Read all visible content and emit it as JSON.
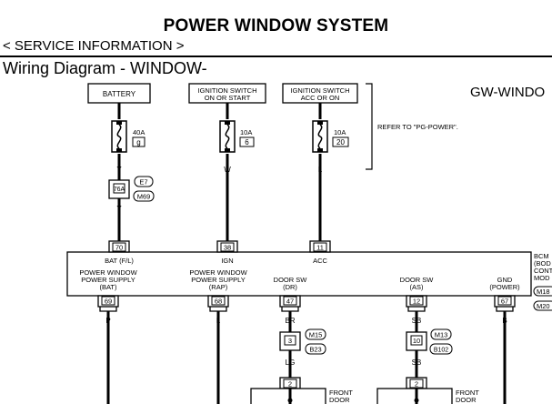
{
  "document": {
    "title": "POWER WINDOW SYSTEM",
    "section": "< SERVICE INFORMATION >",
    "subtitle": "Wiring Diagram - WINDOW-"
  },
  "diagram": {
    "code": "GW-WINDO",
    "note": "REFER TO \"PG-POWER\".",
    "sources": [
      {
        "line1": "BATTERY",
        "line2": "",
        "amp": "40A",
        "fuse_no": "g",
        "wire": "Y"
      },
      {
        "line1": "IGNITION SWITCH",
        "line2": "ON OR START",
        "amp": "10A",
        "fuse_no": "6",
        "wire": "W"
      },
      {
        "line1": "IGNITION SWITCH",
        "line2": "ACC OR ON",
        "amp": "10A",
        "fuse_no": "20",
        "wire": "L"
      }
    ],
    "inline_connector": {
      "terminal": "76A",
      "conn_a": "E7",
      "conn_b": "M69",
      "wire_out": "Y"
    },
    "bcm": {
      "inputs": [
        {
          "terminal": "70",
          "label": "BAT (F/L)"
        },
        {
          "terminal": "38",
          "label": "IGN"
        },
        {
          "terminal": "11",
          "label": "ACC"
        }
      ],
      "outputs": [
        {
          "line1": "POWER WINDOW",
          "line2": "POWER SUPPLY",
          "line3": "(BAT)",
          "terminal": "69",
          "wire": "P"
        },
        {
          "line1": "POWER WINDOW",
          "line2": "POWER SUPPLY",
          "line3": "(RAP)",
          "terminal": "68",
          "wire": "L"
        },
        {
          "line1": "DOOR SW",
          "line2": "(DR)",
          "line3": "",
          "terminal": "47",
          "wire": "BR"
        },
        {
          "line1": "DOOR SW",
          "line2": "(AS)",
          "line3": "",
          "terminal": "12",
          "wire": "SB"
        },
        {
          "line1": "GND",
          "line2": "(POWER)",
          "line3": "",
          "terminal": "67",
          "wire": "B"
        }
      ],
      "side_lines": [
        "BCM",
        "(BOD",
        "CONT",
        "MOD"
      ],
      "side_conn_a": "M18",
      "side_conn_b": "M20"
    },
    "door_paths": [
      {
        "inline_terminal": "3",
        "conn_a": "M15",
        "conn_b": "B23",
        "wire_out": "LG",
        "door_terminal": "2",
        "door_line1": "FRONT",
        "door_line2": "DOOR"
      },
      {
        "inline_terminal": "10",
        "conn_a": "M13",
        "conn_b": "B102",
        "wire_out": "SB",
        "door_terminal": "2",
        "door_line1": "FRONT",
        "door_line2": "DOOR"
      }
    ]
  }
}
